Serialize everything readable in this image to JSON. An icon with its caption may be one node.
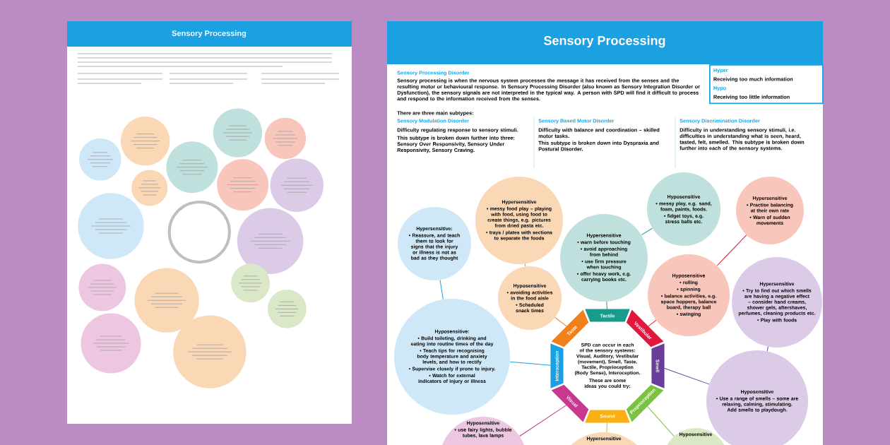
{
  "diagram": {
    "title": "Sensory Processing",
    "nodes": [
      {
        "text": [
          "Hyper",
          "Receiving too much information",
          "Hypo",
          "Receiving too little information"
        ]
      },
      {
        "text": [
          "Tactile"
        ]
      },
      {
        "text": [
          "Vestibular"
        ]
      },
      {
        "text": [
          "Smell"
        ]
      },
      {
        "text": [
          "Proprioception"
        ]
      },
      {
        "text": [
          "Sound"
        ]
      },
      {
        "text": [
          "Visual"
        ]
      },
      {
        "text": [
          "Interoception"
        ]
      },
      {
        "text": [
          "Taste"
        ]
      },
      {
        "text": [
          "SPD can occur in each of the sensory systems: Visual, Auditory, Vestibular (movement), Smell, Taste, Tactile, Proprioception (Body Sense), Interoception.",
          "These are some ideas you could try:"
        ]
      },
      {
        "text": [
          "Hypersensitive",
          "• messy food play – playing with food, using food to create things, e.g. pictures from dried pasta etc.",
          "• trays / plates with sections to separate the foods"
        ]
      },
      {
        "text": [
          "Hyposensitive",
          "• messy play, e.g. sand, foam, paints, foods.",
          "• fidget toys, e.g. stress balls etc."
        ]
      },
      {
        "text": [
          "Hypersensitive",
          "• Practise balancing at their own rate",
          "• Warn of sudden movements"
        ]
      },
      {
        "text": [
          "Hypersensitive:",
          "• Reassure, and teach them to look for signs that the injury or illness is not as bad as they thought"
        ]
      },
      {
        "text": [
          "Hypersensitive",
          "• warn before touching",
          "• avoid approaching from behind",
          "• use firm pressure when touching",
          "• offer heavy work, e.g. carrying books etc."
        ]
      },
      {
        "text": [
          "Hyposensitive",
          "• rolling",
          "• spinning",
          "• balance activities, e.g. space hoppers, balance board, therapy ball",
          "• swinging"
        ]
      },
      {
        "text": [
          "Hypersensitive",
          "• Try to find out which smells are having a negative effect – consider hand creams, shower gels, aftershaves, perfumes, cleaning products etc.",
          "• Play with foods"
        ]
      },
      {
        "text": [
          "Hyposensitive",
          "• avoiding activities in the food aisle",
          "• Scheduled snack times"
        ]
      },
      {
        "text": [
          "Hyposensitive:",
          "• Build toileting, drinking and eating into routine times of the day",
          "• Teach tips for recognising body temperature and anxiety levels, and how to rectify",
          "• Supervise closely if prone to injury.",
          "• Watch for external indicators of injury or illness"
        ]
      },
      {
        "text": [
          "Hyposensitive",
          "• Use a range of smells – some are relaxing, calming, stimulating. Add smells to playdough."
        ]
      },
      {
        "text": [
          "Hyposensitive",
          "• use fairy lights, bubble tubes, lava lamps"
        ]
      },
      {
        "text": [
          "Hypersensitive"
        ]
      },
      {
        "text": [
          "Hyposensitive"
        ]
      }
    ],
    "edges": [
      {
        "from": 17,
        "to": 8,
        "arrow": "none",
        "color": "#f07f1c"
      },
      {
        "from": 10,
        "to": 17,
        "arrow": "none",
        "color": "#f07f1c"
      },
      {
        "from": 14,
        "to": 1,
        "arrow": "none",
        "color": "#1a9a8a"
      },
      {
        "from": 14,
        "to": 11,
        "arrow": "none",
        "color": "#1a9a8a"
      },
      {
        "from": 15,
        "to": 2,
        "arrow": "none",
        "color": "#e3173e"
      },
      {
        "from": 15,
        "to": 12,
        "arrow": "none",
        "color": "#e3173e"
      },
      {
        "from": 3,
        "to": 19,
        "arrow": "none",
        "color": "#6a3d9a"
      },
      {
        "from": 19,
        "to": 16,
        "arrow": "none",
        "color": "#6a3d9a"
      },
      {
        "from": 4,
        "to": 22,
        "arrow": "none",
        "color": "#7cc242"
      },
      {
        "from": 5,
        "to": 21,
        "arrow": "none",
        "color": "#f9b012"
      },
      {
        "from": 6,
        "to": 20,
        "arrow": "none",
        "color": "#c8388e"
      },
      {
        "from": 7,
        "to": 18,
        "arrow": "none",
        "color": "#1ba1e2"
      },
      {
        "from": 18,
        "to": 13,
        "arrow": "none",
        "color": "#1ba1e2"
      }
    ],
    "labels": [
      "Sensory Processing",
      "Sensory Processing Disorder",
      "Sensory processing is when the nervous system processes the message it has received from the senses and the resulting motor or behavioural response. In Sensory Processing Disorder (also known as Sensory Integration Disorder or Dysfunction), the sensory signals are not interpreted in the typical way. A person with SPD will find it difficult to process and respond to the information received from the senses.",
      "There are three main subtypes:",
      "Sensory Modulation Disorder",
      "Difficulty regulating response to sensory stimuli.",
      "This subtype is broken down further into three: Sensory Over Responsivity, Sensory Under Responsivity, Sensory Craving.",
      "Sensory Based Motor Disorder",
      "Difficulty with balance and coordination – skilled motor tasks.",
      "This subtype is broken down into Dyspraxia and Postural Disorder.",
      "Sensory Discrimination Disorder",
      "Difficulty in understanding sensory stimuli, i.e. difficulties in understanding what is seen, heard, tasted, felt, smelled. This subtype is broken down further into each of the sensory systems."
    ]
  }
}
